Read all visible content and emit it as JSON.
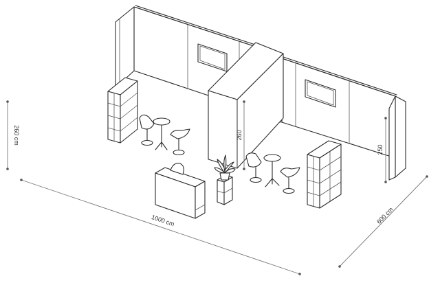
{
  "dimensions": {
    "total_length": "1000 cm",
    "depth": "600 cm",
    "wall_height": "260 cm",
    "column_height": "260",
    "right_wall_height": "250"
  }
}
